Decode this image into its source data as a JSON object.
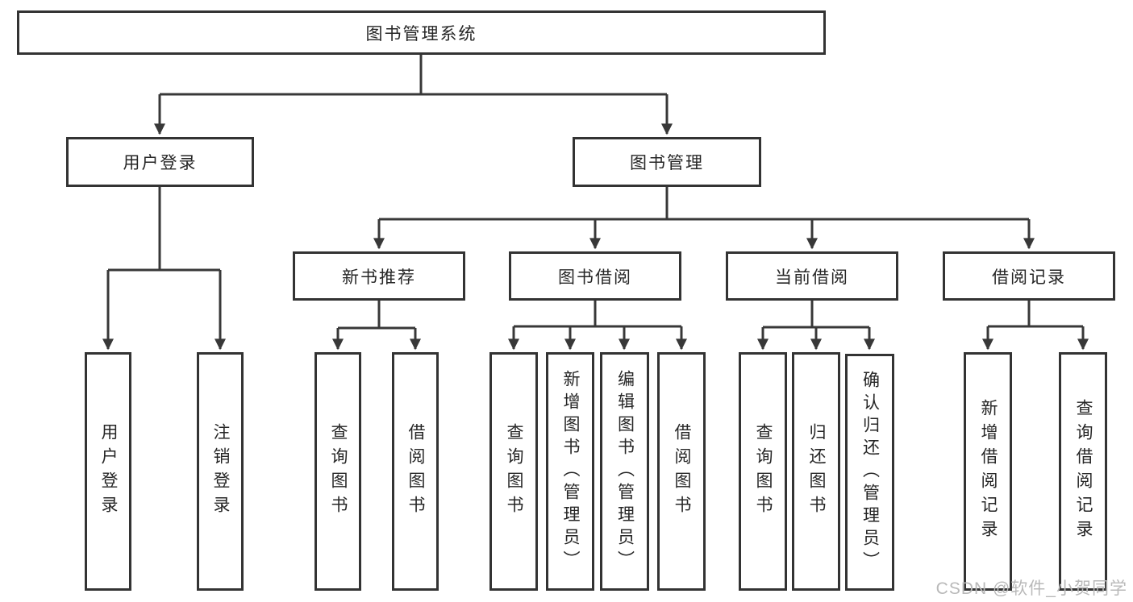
{
  "diagram_title": "图书管理系统",
  "nodes": {
    "root": "图书管理系统",
    "login": "用户登录",
    "management": "图书管理",
    "recommend": "新书推荐",
    "borrow": "图书借阅",
    "current": "当前借阅",
    "records": "借阅记录",
    "login_user": "用户登录",
    "login_logout": "注销登录",
    "rec_query": "查询图书",
    "rec_borrow": "借阅图书",
    "borrow_query": "查询图书",
    "borrow_add": "新增图书（管理员）",
    "borrow_edit": "编辑图书（管理员）",
    "borrow_lend": "借阅图书",
    "cur_query": "查询图书",
    "cur_return": "归还图书",
    "cur_confirm": "确认归还（管理员）",
    "records_add": "新增借阅记录",
    "records_query": "查询借阅记录"
  },
  "hierarchy": {
    "node": "root",
    "children": [
      {
        "node": "login",
        "children": [
          {
            "node": "login_user"
          },
          {
            "node": "login_logout"
          }
        ]
      },
      {
        "node": "management",
        "children": [
          {
            "node": "recommend",
            "children": [
              {
                "node": "rec_query"
              },
              {
                "node": "rec_borrow"
              }
            ]
          },
          {
            "node": "borrow",
            "children": [
              {
                "node": "borrow_query"
              },
              {
                "node": "borrow_add"
              },
              {
                "node": "borrow_edit"
              },
              {
                "node": "borrow_lend"
              }
            ]
          },
          {
            "node": "current",
            "children": [
              {
                "node": "cur_query"
              },
              {
                "node": "cur_return"
              },
              {
                "node": "cur_confirm"
              }
            ]
          },
          {
            "node": "records",
            "children": [
              {
                "node": "records_add"
              },
              {
                "node": "records_query"
              }
            ]
          }
        ]
      }
    ]
  },
  "watermark": {
    "text": "CSDN @软件_小贺同学"
  },
  "colors": {
    "line": "#383838",
    "box_border": "#333333",
    "text": "#262626",
    "watermark": "#b9b9b9",
    "background": "#ffffff"
  }
}
